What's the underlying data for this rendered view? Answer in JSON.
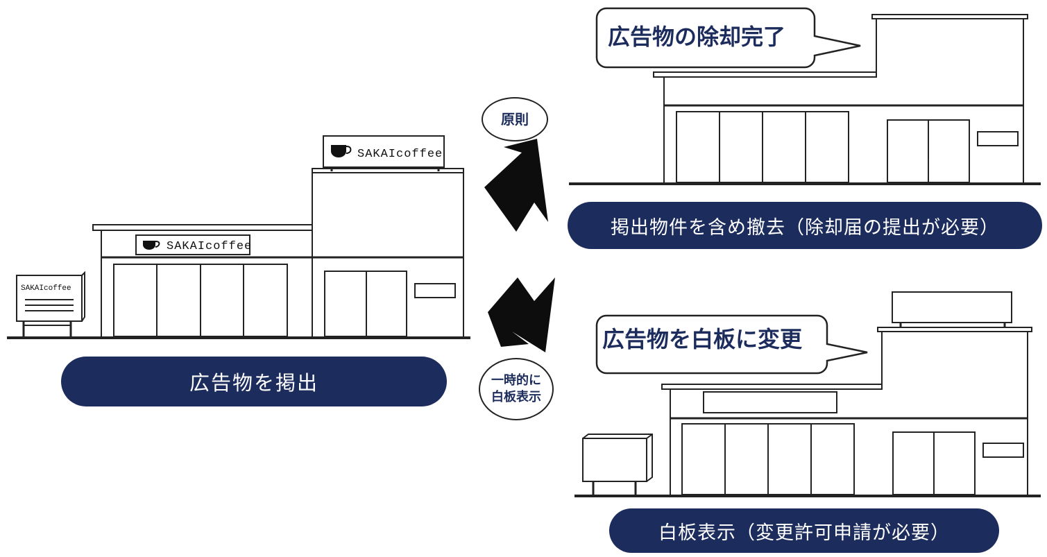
{
  "colors": {
    "navy": "#1c2c5c",
    "line": "#222222",
    "arrow": "#0d0d0d"
  },
  "before": {
    "label": "広告物を掲出",
    "roof_sign": "SAKAIcoffee",
    "wall_sign": "SAKAIcoffee",
    "stand_sign": "SAKAIcoffee",
    "cup_icon": "coffee-cup-icon"
  },
  "principle": {
    "oval_label": "原則",
    "bubble": "広告物の除却完了",
    "label": "掲出物件を含め撤去（除却届の提出が必要）"
  },
  "temporary": {
    "oval_line1": "一時的に",
    "oval_line2": "白板表示",
    "bubble": "広告物を白板に変更",
    "label": "白板表示（変更許可申請が必要）"
  }
}
